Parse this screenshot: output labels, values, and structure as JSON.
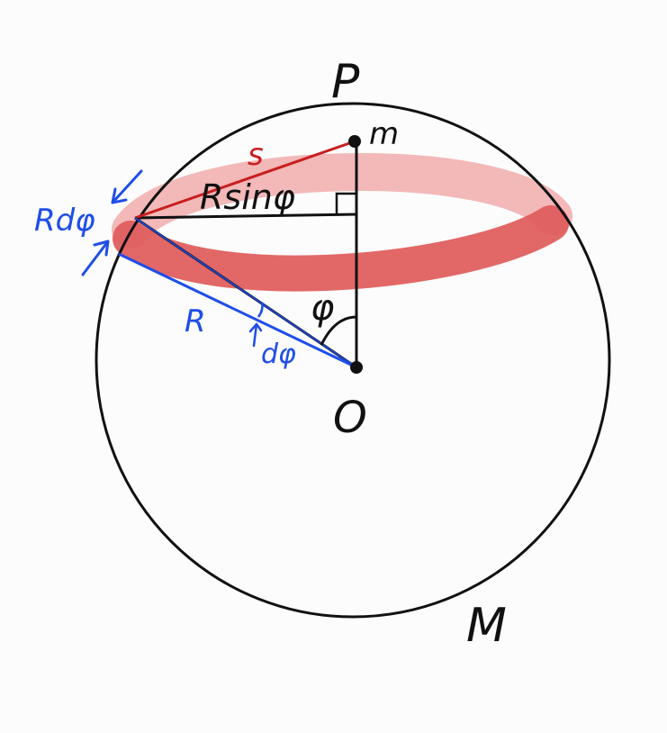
{
  "labels": {
    "top_point": "P",
    "mass_small": "m",
    "chord": "s",
    "ring_radius": "Rsinφ",
    "arc_width": "Rdφ",
    "radius": "R",
    "small_angle": "dφ",
    "angle": "φ",
    "center": "O",
    "mass_large": "M"
  },
  "colors": {
    "ink": "#111111",
    "blue": "#1f4ee8",
    "red": "#c81e1e",
    "band": "#e05a5a",
    "band_light": "#f2b0b0"
  }
}
